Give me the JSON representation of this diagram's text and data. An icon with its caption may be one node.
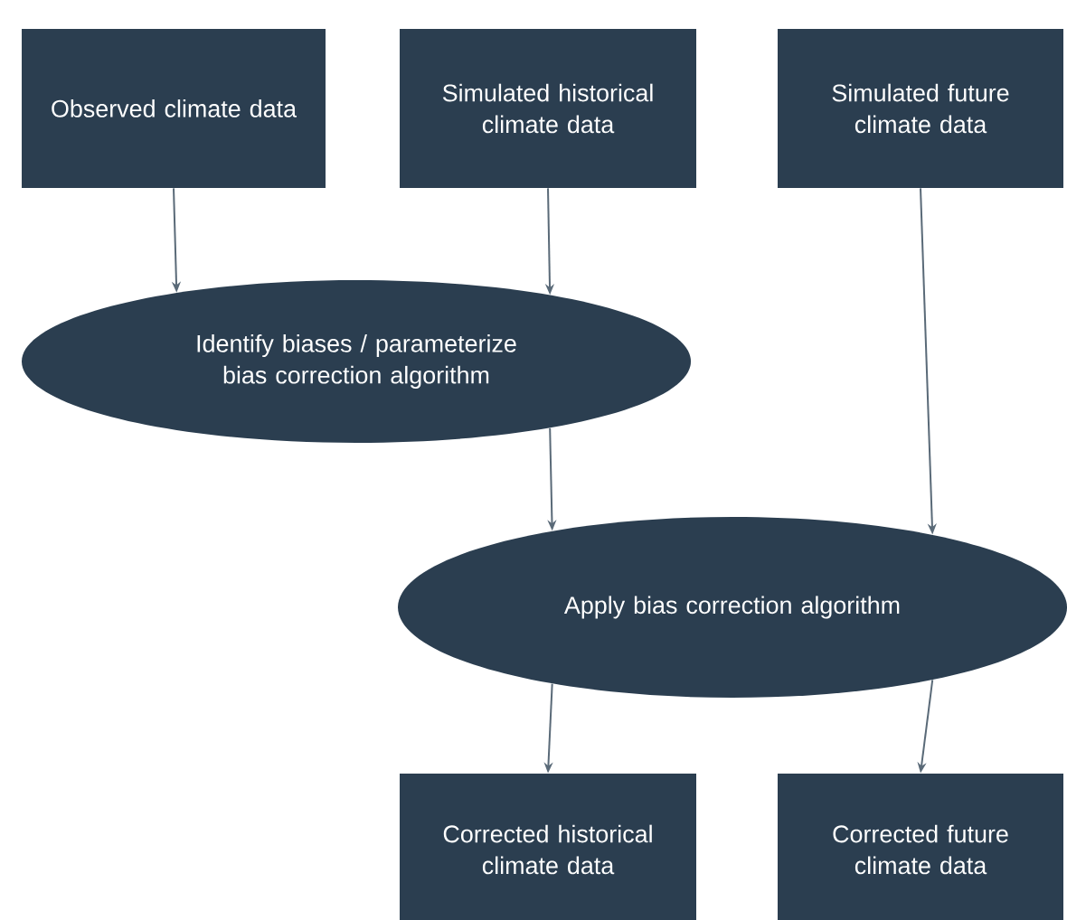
{
  "diagram": {
    "nodes": [
      {
        "text": [
          "Observed climate data"
        ]
      },
      {
        "text": [
          "Simulated historical climate data"
        ]
      },
      {
        "text": [
          "Simulated future climate data"
        ]
      },
      {
        "text": [
          "Identify biases / parameterize bias correction algorithm"
        ]
      },
      {
        "text": [
          "Apply bias correction algorithm"
        ]
      },
      {
        "text": [
          "Corrected historical climate data"
        ]
      },
      {
        "text": [
          "Corrected future climate data"
        ]
      }
    ],
    "edges": [
      {
        "from": 0,
        "to": 3,
        "arrow": "to"
      },
      {
        "from": 1,
        "to": 3,
        "arrow": "to"
      },
      {
        "from": 3,
        "to": 4,
        "arrow": "to"
      },
      {
        "from": 2,
        "to": 4,
        "arrow": "to"
      },
      {
        "from": 4,
        "to": 5,
        "arrow": "to"
      },
      {
        "from": 4,
        "to": 6,
        "arrow": "to"
      }
    ]
  }
}
